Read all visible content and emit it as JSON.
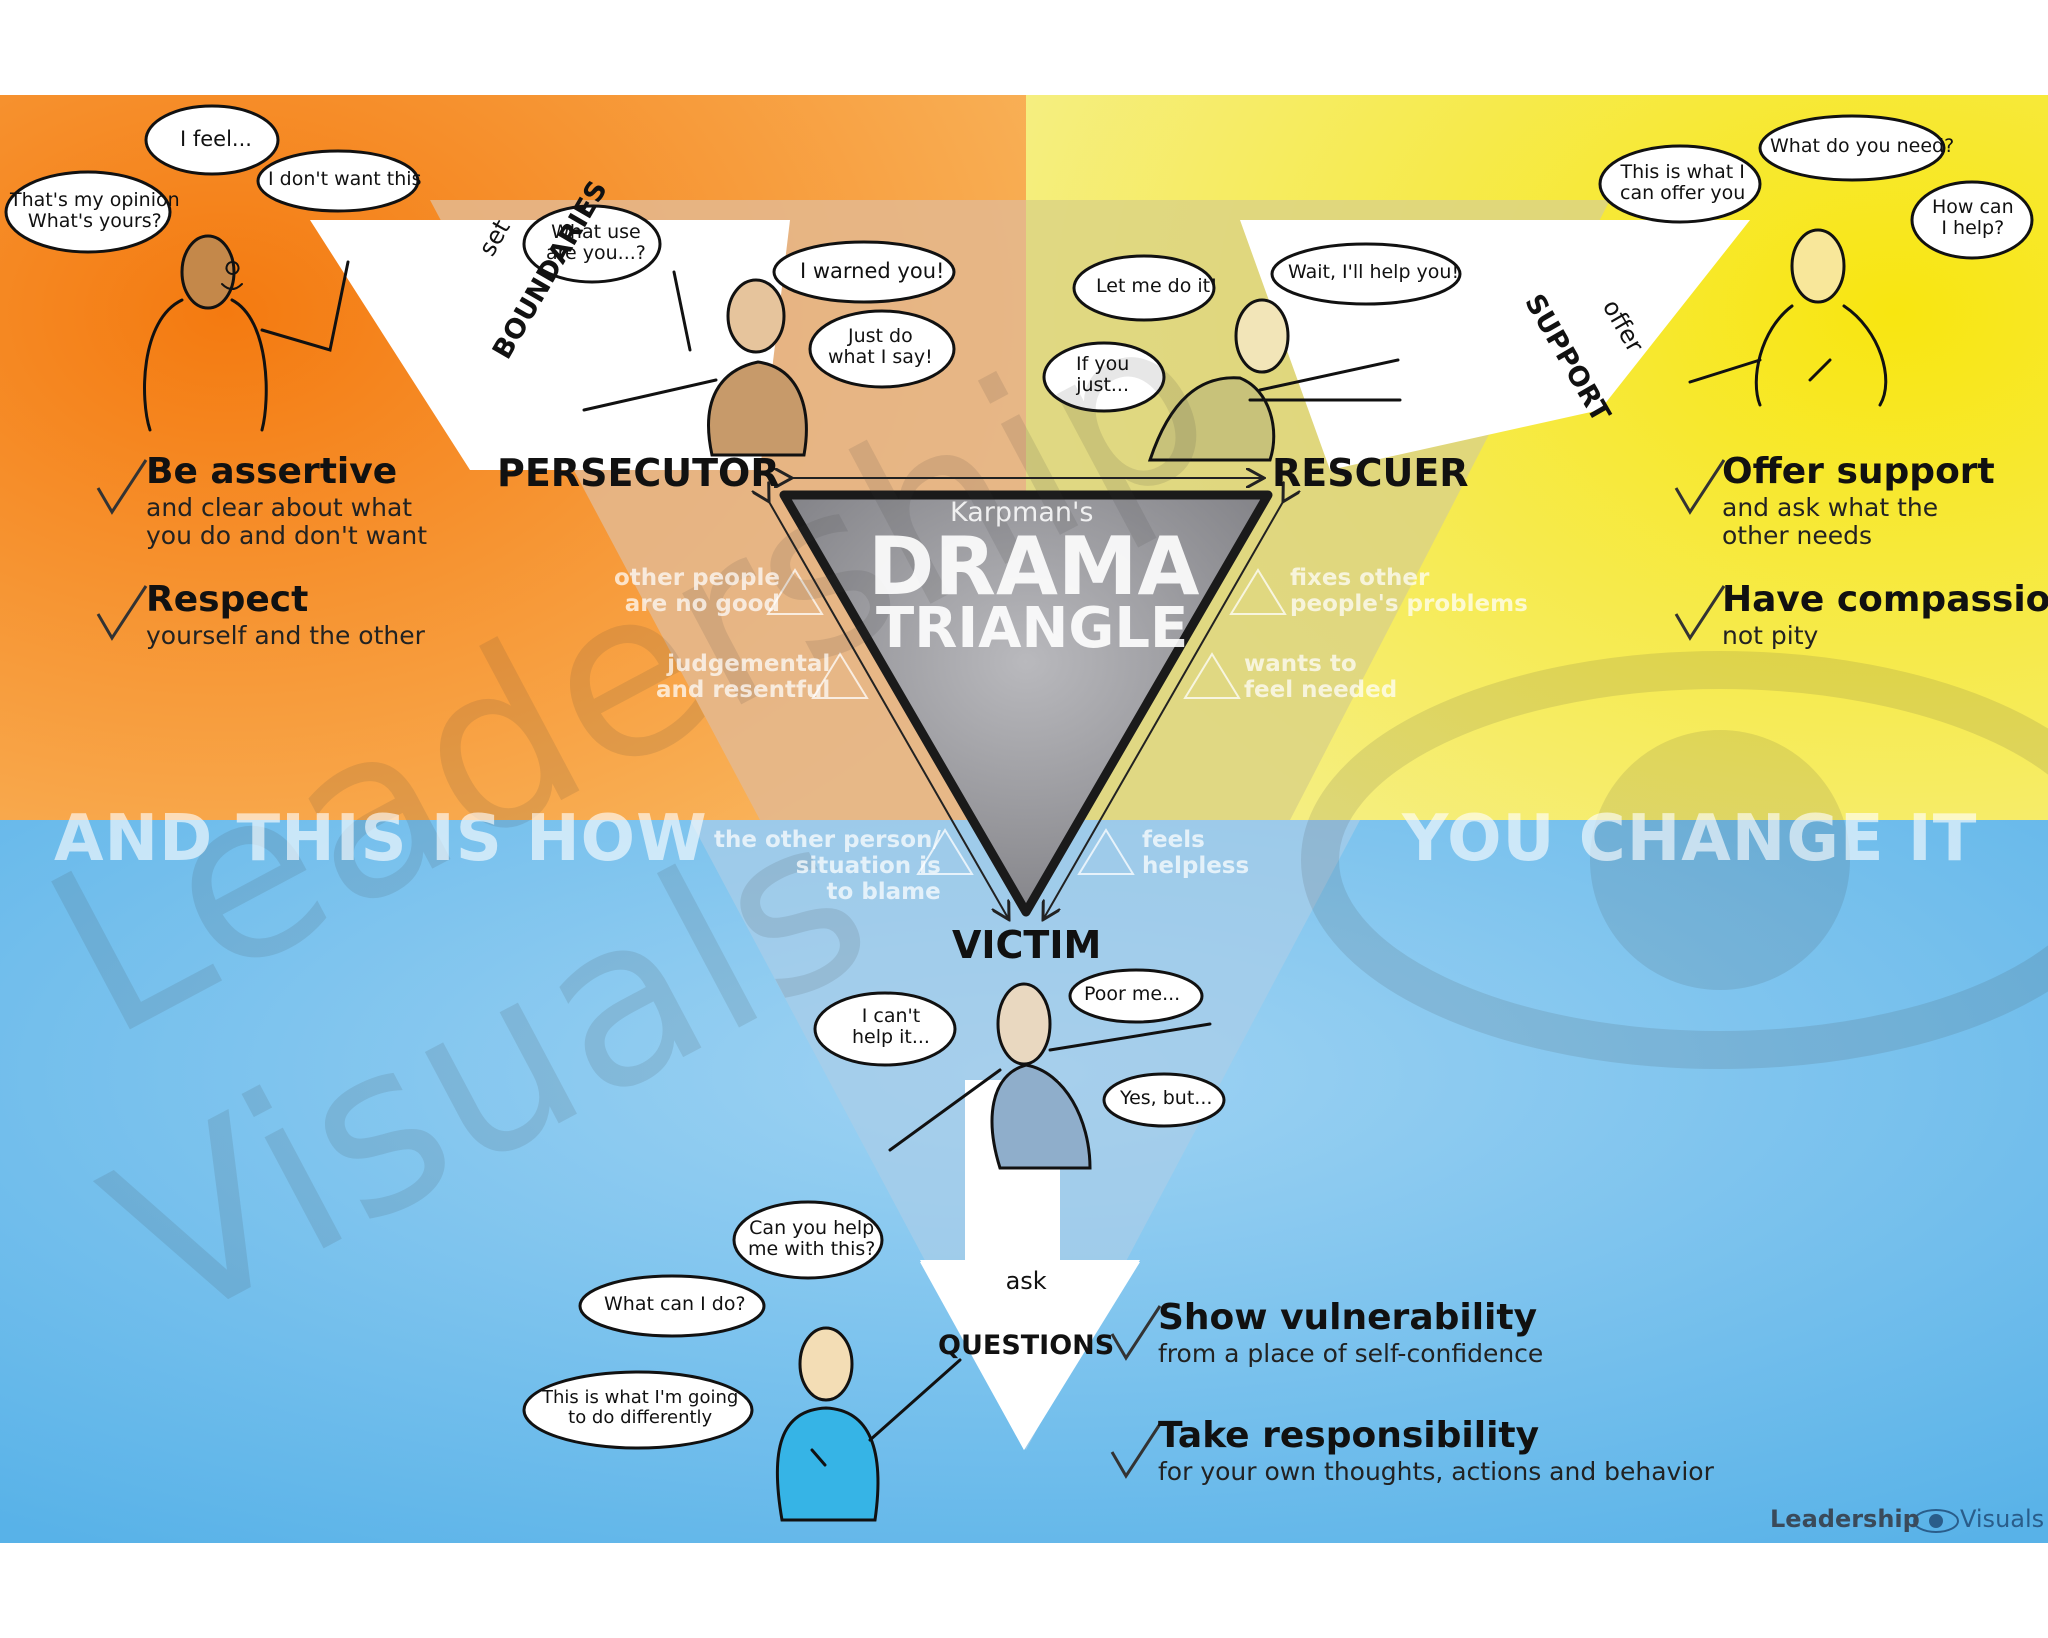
{
  "title": {
    "subtitle": "Karpman's",
    "line1": "DRAMA",
    "line2": "TRIANGLE"
  },
  "roles": {
    "persecutor": "PERSECUTOR",
    "rescuer": "RESCUER",
    "victim": "VICTIM"
  },
  "warnings": {
    "persecutor_1": "other people\nare no good",
    "persecutor_2": "judgemental\nand resentful",
    "rescuer_1": "fixes other\npeople's problems",
    "rescuer_2": "wants to\nfeel needed",
    "victim_1": "the other person/\nsituation is\nto blame",
    "victim_2": "feels\nhelpless"
  },
  "banner": {
    "left": "AND THIS IS HOW",
    "right": "YOU CHANGE IT"
  },
  "alternatives": {
    "left_label_small": "set",
    "left_label_big": "BOUNDARIES",
    "right_label_small": "offer",
    "right_label_big": "SUPPORT",
    "bottom_label_small": "ask",
    "bottom_label_big": "QUESTIONS"
  },
  "tips": {
    "assertive_head": "Be assertive",
    "assertive_sub": "and clear about what\nyou do and don't want",
    "respect_head": "Respect",
    "respect_sub": "yourself and the other",
    "support_head": "Offer support",
    "support_sub": "and ask what the\nother needs",
    "compassion_head": "Have compassion,",
    "compassion_sub": "not pity",
    "vulnerability_head": "Show vulnerability",
    "vulnerability_sub": "from a place of self-confidence",
    "responsibility_head": "Take responsibility",
    "responsibility_sub": "for your own thoughts, actions and behavior"
  },
  "bubbles": {
    "assertive_feel": "I feel...",
    "assertive_opinion": "That's my opinion\nWhat's yours?",
    "assertive_dontwant": "I don't want this",
    "persecutor_whatuse": "What use\nare you...?",
    "persecutor_warned": "I warned you!",
    "persecutor_justdo": "Just do\nwhat I say!",
    "rescuer_letme": "Let me do it!",
    "rescuer_wait": "Wait, I'll help you!",
    "rescuer_ifyou": "If you\njust...",
    "support_thisis": "This is what I\ncan offer you",
    "support_whatneed": "What do you need?",
    "support_howcan": "How can\nI help?",
    "victim_icant": "I can't\nhelp it...",
    "victim_poorme": "Poor me...",
    "victim_yesbut": "Yes, but...",
    "questions_canyou": "Can you help\nme with this?",
    "questions_whatcan": "What can I do?",
    "questions_thisis": "This is what I'm going\nto do differently"
  },
  "brand": {
    "left": "Leadership",
    "right": "Visuals",
    "watermark_1": "Leadership",
    "watermark_2": "Visuals"
  },
  "colors": {
    "orange": "#f7941d",
    "yellow": "#f6e21a",
    "blue": "#5cb3e6",
    "center_gray": "#8c8c8c"
  }
}
